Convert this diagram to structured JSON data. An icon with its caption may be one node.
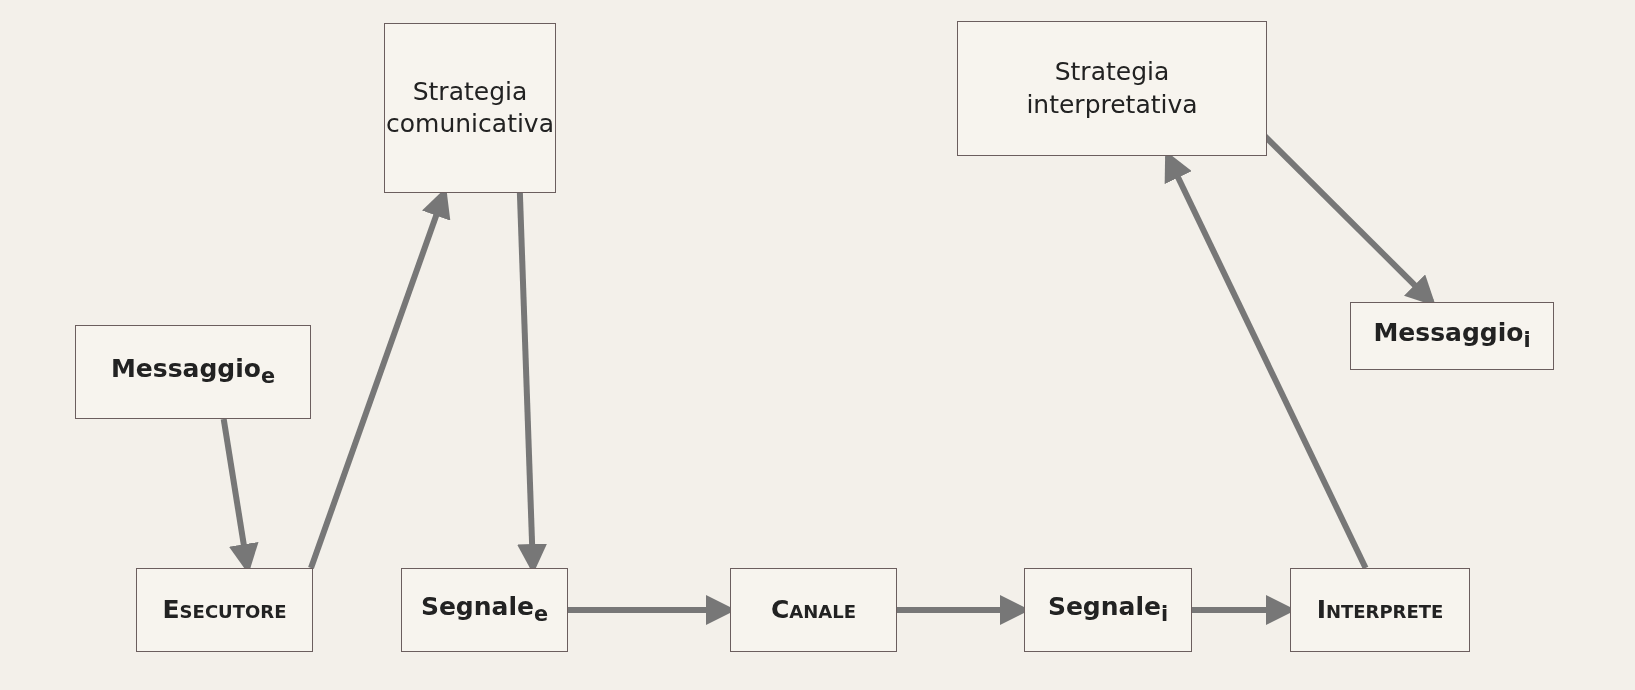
{
  "diagram": {
    "nodes": [
      {
        "text": [
          "Strategia comunicativa"
        ]
      },
      {
        "text": [
          "Strategia interpretativa"
        ]
      },
      {
        "text": [
          "Messaggio$_{e}$"
        ]
      },
      {
        "text": [
          "Messaggio$_{i}$"
        ]
      },
      {
        "text": [
          "Esecutore"
        ]
      },
      {
        "text": [
          "Segnale$_{e}$"
        ]
      },
      {
        "text": [
          "Canale"
        ]
      },
      {
        "text": [
          "Segnale$_{i}$"
        ]
      },
      {
        "text": [
          "Interprete"
        ]
      }
    ],
    "edges": [
      {
        "from": 2,
        "to": 4,
        "arrow": "to"
      },
      {
        "from": 4,
        "to": 0,
        "arrow": "to"
      },
      {
        "from": 0,
        "to": 5,
        "arrow": "to"
      },
      {
        "from": 5,
        "to": 6,
        "arrow": "to"
      },
      {
        "from": 6,
        "to": 7,
        "arrow": "to"
      },
      {
        "from": 7,
        "to": 8,
        "arrow": "to"
      },
      {
        "from": 8,
        "to": 1,
        "arrow": "to"
      },
      {
        "from": 1,
        "to": 3,
        "arrow": "to"
      }
    ]
  }
}
